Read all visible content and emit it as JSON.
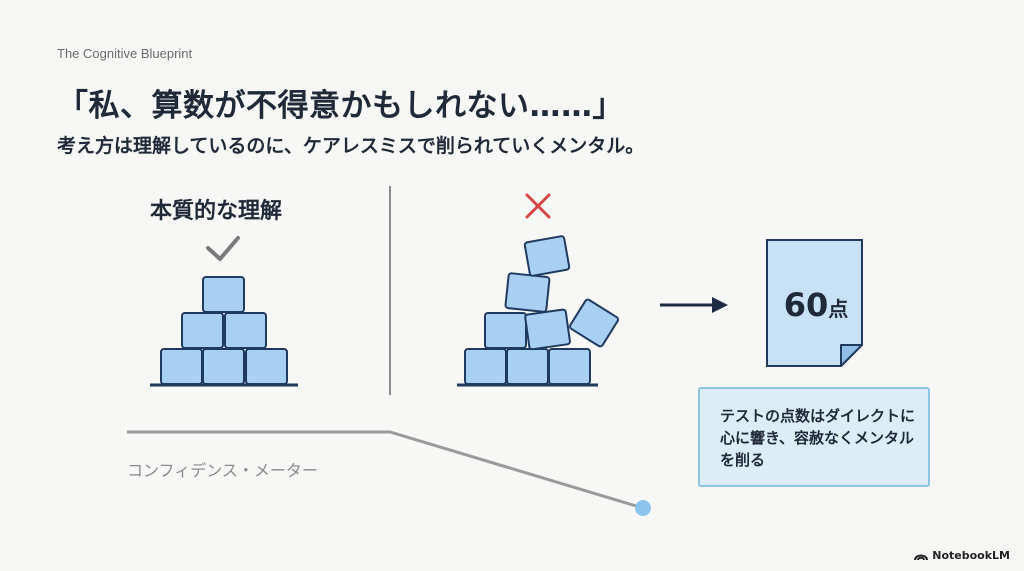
{
  "header": {
    "brand": "The Cognitive Blueprint",
    "title": "「私、算数が不得意かもしれない……」",
    "subtitle": "考え方は理解しているのに、ケアレスミスで削られていくメンタル。"
  },
  "left_panel": {
    "heading": "本質的な理解",
    "status_icon": "check-icon"
  },
  "right_panel": {
    "status_icon": "cross-icon",
    "document": {
      "score_number": "60",
      "score_unit": "点"
    },
    "note": "テストの点数はダイレクトに心に響き、容赦なくメンタルを削る"
  },
  "meter": {
    "label": "コンフィデンス・メーター"
  },
  "footer": {
    "brand": "NotebookLM"
  },
  "colors": {
    "block_fill": "#a9d0f2",
    "block_stroke": "#1f3a5f",
    "accent_red": "#d64545",
    "note_bg": "#dbeef8",
    "note_border": "#8cc4e2",
    "meter_line": "#9a9a9a",
    "meter_dot": "#8cc4ee"
  }
}
